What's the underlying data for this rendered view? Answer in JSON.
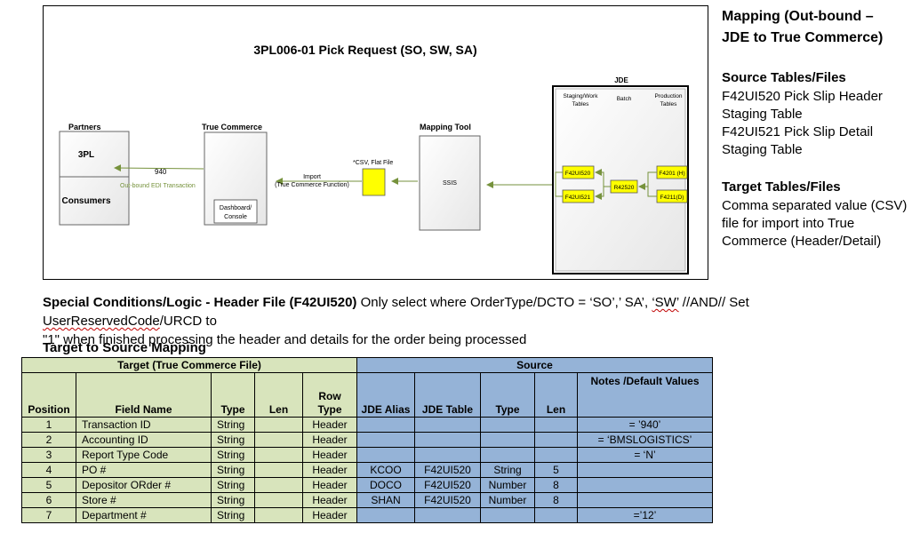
{
  "diagram": {
    "title": "3PL006-01 Pick Request (SO, SW, SA)",
    "partners_label": "Partners",
    "partner_3pl": "3PL",
    "partner_consumers": "Consumers",
    "arrow_940": "940",
    "outbound_label": "Out-bound EDI Transaction",
    "true_commerce_label": "True Commerce",
    "dashboard_label_1": "Dashboard/",
    "dashboard_label_2": "Console",
    "import_label_1": "Import",
    "import_label_2": "(True Commerce Function)",
    "csv_label": "*CSV, Flat File",
    "mapping_tool_label": "Mapping Tool",
    "ssis_label": "SSIS",
    "jde_label": "JDE",
    "staging_label_1": "Staging/Work",
    "staging_label_2": "Tables",
    "batch_label": "Batch",
    "production_label_1": "Production",
    "production_label_2": "Tables",
    "tbl_f42ui520": "F42UI520",
    "tbl_f42ui521": "F42UI521",
    "tbl_r42520": "R42520",
    "tbl_f4201": "F4201 (H)",
    "tbl_f4211": "F4211(D)"
  },
  "right_panel": {
    "title_1": "Mapping  (Out-bound –",
    "title_2": "JDE to True Commerce)",
    "source_heading": "Source Tables/Files",
    "source_1": "F42UI520 Pick Slip Header",
    "source_2": "Staging Table",
    "source_3": "F42UI521 Pick Slip Detail",
    "source_4": "Staging Table",
    "target_heading": "Target Tables/Files",
    "target_1": "Comma separated value (CSV)",
    "target_2": "file for import into True",
    "target_3": "Commerce (Header/Detail)"
  },
  "special": {
    "bold": "Special Conditions/Logic - Header File (F42UI520)",
    "text_a": " Only select where OrderType/DCTO = ‘SO’,’ SA’, ",
    "text_sw": "‘SW’",
    "text_b": "  //AND// Set ",
    "text_urc": "UserReservedCode",
    "text_c": "/URCD to",
    "line2": "\"1\" when finished processing the header and details for the order being processed"
  },
  "mapping_heading": "Target to Source Mapping",
  "table": {
    "group_target": "Target (True Commerce File)",
    "group_source": "Source",
    "headers": {
      "position": "Position",
      "field_name": "Field Name",
      "type": "Type",
      "len": "Len",
      "row_type": "Row Type",
      "jde_alias": "JDE Alias",
      "jde_table": "JDE Table",
      "src_type": "Type",
      "src_len": "Len",
      "notes": "Notes /Default Values"
    },
    "rows": [
      {
        "pos": "1",
        "field": "Transaction ID",
        "type": "String",
        "len": "",
        "row_type": "Header",
        "alias": "",
        "table": "",
        "stype": "",
        "slen": "",
        "notes": "= ’940’"
      },
      {
        "pos": "2",
        "field": "Accounting ID",
        "type": "String",
        "len": "",
        "row_type": "Header",
        "alias": "",
        "table": "",
        "stype": "",
        "slen": "",
        "notes": "= ‘BMSLOGISTICS’"
      },
      {
        "pos": "3",
        "field": "Report Type Code",
        "type": "String",
        "len": "",
        "row_type": "Header",
        "alias": "",
        "table": "",
        "stype": "",
        "slen": "",
        "notes": "= ‘N’"
      },
      {
        "pos": "4",
        "field": "PO #",
        "type": "String",
        "len": "",
        "row_type": "Header",
        "alias": "KCOO",
        "table": "F42UI520",
        "stype": "String",
        "slen": "5",
        "notes": ""
      },
      {
        "pos": "5",
        "field": "Depositor ORder #",
        "type": "String",
        "len": "",
        "row_type": "Header",
        "alias": "DOCO",
        "table": "F42UI520",
        "stype": "Number",
        "slen": "8",
        "notes": ""
      },
      {
        "pos": "6",
        "field": "Store #",
        "type": "String",
        "len": "",
        "row_type": "Header",
        "alias": "SHAN",
        "table": "F42UI520",
        "stype": "Number",
        "slen": "8",
        "notes": ""
      },
      {
        "pos": "7",
        "field": "Department #",
        "type": "String",
        "len": "",
        "row_type": "Header",
        "alias": "",
        "table": "",
        "stype": "",
        "slen": "",
        "notes": "=’12’"
      }
    ]
  },
  "colors": {
    "target_fill": "#d8e4bc",
    "source_fill": "#95b3d7",
    "arrow": "#76923c",
    "box_yellow": "#ffff00"
  }
}
